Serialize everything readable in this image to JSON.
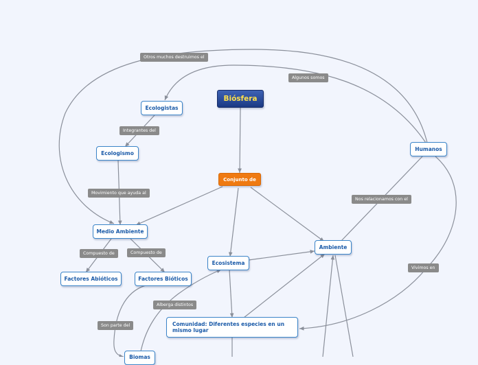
{
  "nodes": {
    "biosfera": "Biósfera",
    "conjunto_de": "Conjunto de",
    "ecologistas": "Ecologistas",
    "ecologismo": "Ecologismo",
    "humanos": "Humanos",
    "medio_ambiente": "Medio Ambiente",
    "factores_abioticos": "Factores Abióticos",
    "factores_bioticos": "Factores Bióticos",
    "ecosistema": "Ecosistema",
    "ambiente": "Ambiente",
    "comunidad": "Comunidad: Diferentes especies en un mismo lugar",
    "biomas": "Biomas"
  },
  "links": {
    "otros_muchos": "Otros muchos destruimos el",
    "algunos_somos": "Algunos somos",
    "integrantes_del": "Integrantes del",
    "movimiento": "Movimiento que ayuda al",
    "nos_relacionamos": "Nos relacionamos con el",
    "compuesto_de_1": "Compuesto de",
    "compuesto_de_2": "Compuesto de",
    "alberga": "Alberga distintos",
    "son_parte": "Son parte del",
    "vivimos_en": "Vivimos en"
  },
  "colors": {
    "background": "#f2f5fd",
    "node_border": "#3a84c8",
    "node_text": "#1a5aa8",
    "root_fill": "#2a4c9c",
    "root_text": "#ffe14d",
    "accent_orange": "#ef7a12",
    "label_fill": "#8a8a8a",
    "connector": "#8a8f9a"
  }
}
